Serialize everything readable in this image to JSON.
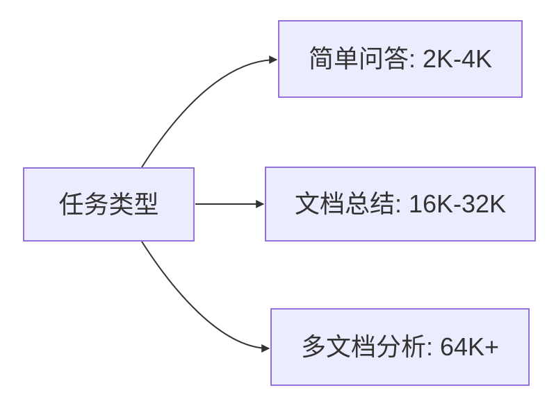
{
  "diagram": {
    "type": "flowchart-LR",
    "background_color": "#ffffff",
    "node_fill_color": "#ECECFF",
    "node_border_color": "#9370DB",
    "edge_color": "#333333",
    "text_color": "#333333",
    "nodes": [
      {
        "id": "task-type",
        "label": "任务类型"
      },
      {
        "id": "simple-qa",
        "label": "简单问答: 2K-4K"
      },
      {
        "id": "doc-summary",
        "label": "文档总结: 16K-32K"
      },
      {
        "id": "multi-doc",
        "label": "多文档分析: 64K+"
      }
    ],
    "edges": [
      {
        "from": "task-type",
        "to": "simple-qa"
      },
      {
        "from": "task-type",
        "to": "doc-summary"
      },
      {
        "from": "task-type",
        "to": "multi-doc"
      }
    ]
  }
}
